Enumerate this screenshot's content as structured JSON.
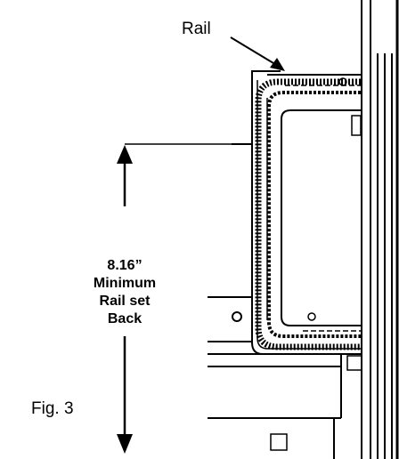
{
  "figure": {
    "rail_label": "Rail",
    "dimension_lines": [
      "8.16”",
      "Minimum",
      "Rail set",
      "Back"
    ],
    "caption": "Fig. 3"
  }
}
